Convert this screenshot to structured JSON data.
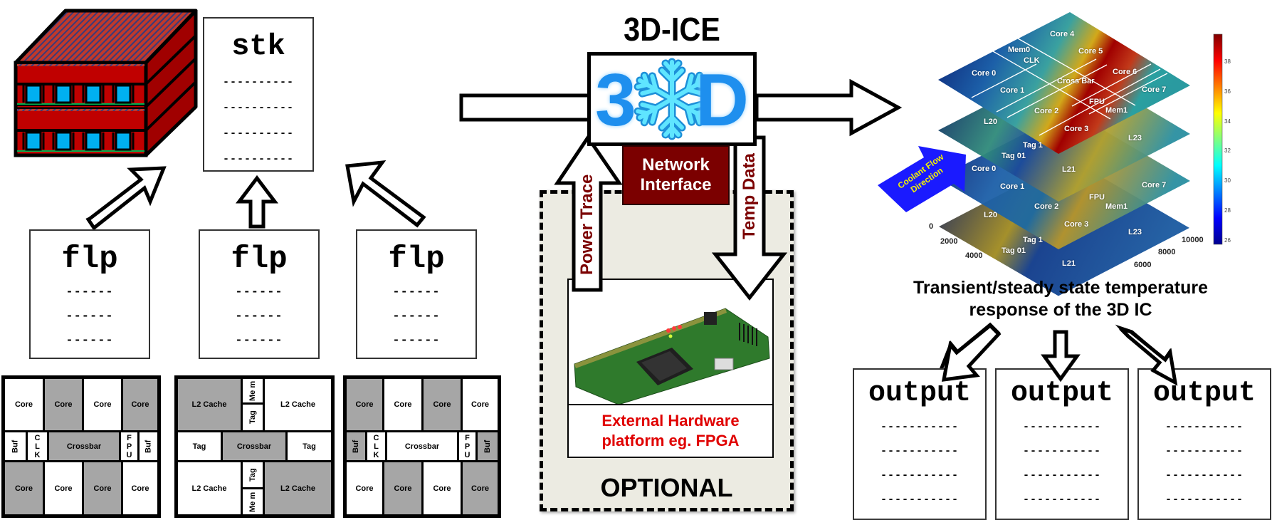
{
  "title": "3D-ICE",
  "logo": {
    "left_char": "3",
    "right_char": "D",
    "icon": "snowflake-icon"
  },
  "stack_file": {
    "name": "stk",
    "lines": [
      "----------",
      "----------",
      "----------",
      "----------"
    ]
  },
  "floorplan_files": [
    {
      "name": "flp",
      "lines": [
        "------",
        "------",
        "------"
      ]
    },
    {
      "name": "flp",
      "lines": [
        "------",
        "------",
        "------"
      ]
    },
    {
      "name": "flp",
      "lines": [
        "------",
        "------",
        "------"
      ]
    }
  ],
  "floorplans": [
    {
      "top_row": [
        "Core",
        "Core",
        "Core",
        "Core"
      ],
      "middle_row": [
        "Buf",
        "C L K",
        "Crossbar",
        "F P U",
        "Buf"
      ],
      "bottom_row": [
        "Core",
        "Core",
        "Core",
        "Core"
      ]
    },
    {
      "top_row": [
        "L2 Cache",
        "Me m",
        "Tag",
        "L2 Cache"
      ],
      "middle_row": [
        "Tag",
        "Crossbar",
        "Tag"
      ],
      "bottom_row": [
        "L2 Cache",
        "Tag",
        "Me m",
        "L2 Cache"
      ]
    },
    {
      "top_row": [
        "Core",
        "Core",
        "Core",
        "Core"
      ],
      "middle_row": [
        "Buf",
        "C L K",
        "Crossbar",
        "F P U",
        "Buf"
      ],
      "bottom_row": [
        "Core",
        "Core",
        "Core",
        "Core"
      ]
    }
  ],
  "network_interface": {
    "line1": "Network",
    "line2": "Interface"
  },
  "power_trace_label": "Power Trace",
  "temp_data_label": "Temp Data",
  "external_hw": {
    "line1": "External Hardware",
    "line2": "platform eg. FPGA"
  },
  "optional_label": "OPTIONAL",
  "thermal_map": {
    "coolant_label_line1": "Coolant Flow",
    "coolant_label_line2": "Direction",
    "layer_labels_top": [
      "Core 4",
      "Mem0",
      "CLK",
      "Core 5",
      "Core 0",
      "Cross Bar",
      "Core 6",
      "Core 1",
      "Core 7",
      "FPU",
      "Mem1",
      "Core 2",
      "Core 3"
    ],
    "layer_labels_cache": [
      "L20",
      "Tag 1",
      "Tag 01",
      "L21",
      "L23"
    ],
    "axis_left_ticks": [
      "0",
      "2000",
      "4000"
    ],
    "axis_right_ticks": [
      "10000",
      "8000",
      "6000"
    ],
    "colorbar_ticks": [
      "38",
      "36",
      "34",
      "32",
      "30",
      "28",
      "26"
    ]
  },
  "caption": {
    "line1": "Transient/steady state temperature",
    "line2": "response of the 3D IC"
  },
  "output_files": [
    {
      "name": "output",
      "lines": [
        "-----------",
        "-----------",
        "-----------",
        "-----------"
      ]
    },
    {
      "name": "output",
      "lines": [
        "-----------",
        "-----------",
        "-----------",
        "-----------"
      ]
    },
    {
      "name": "output",
      "lines": [
        "-----------",
        "-----------",
        "-----------",
        "-----------"
      ]
    }
  ],
  "colors": {
    "stack_red": "#c00000",
    "tsv_blue": "#00b0f0",
    "network_red": "#7b0000",
    "fpga_label_red": "#e00000",
    "logo_blue": "#1e8fee",
    "snowflake": "#5fe5ff",
    "optional_bg": "#ecebe2"
  }
}
